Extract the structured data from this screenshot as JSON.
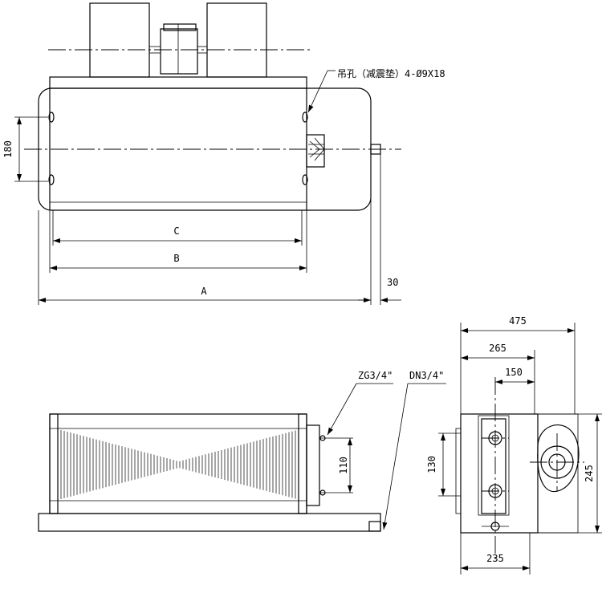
{
  "labels": {
    "hanging_hole_note": "吊孔（减震垫）4-Ø9X18",
    "dim_180": "180",
    "dim_C": "C",
    "dim_B": "B",
    "dim_A": "A",
    "dim_30": "30",
    "pipe_zg": "ZG3/4\"",
    "pipe_dn": "DN3/4\"",
    "dim_110": "110",
    "dim_475": "475",
    "dim_265": "265",
    "dim_150": "150",
    "dim_130": "130",
    "dim_245": "245",
    "dim_235": "235"
  }
}
